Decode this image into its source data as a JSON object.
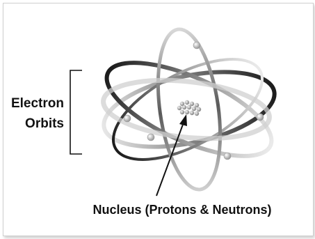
{
  "diagram": {
    "labels": {
      "electron_orbits_line1": "Electron",
      "electron_orbits_line2": "Orbits",
      "nucleus": "Nucleus (Protons & Neutrons)"
    },
    "colors": {
      "ink": "#111111",
      "orbit_dark": "#222222",
      "orbit_light": "#cfcfcf",
      "electron": "#bdbdbd",
      "frame_border": "#cfcfcf"
    },
    "icons": {
      "nucleus": "nucleus-icon",
      "electron": "electron-icon"
    }
  }
}
